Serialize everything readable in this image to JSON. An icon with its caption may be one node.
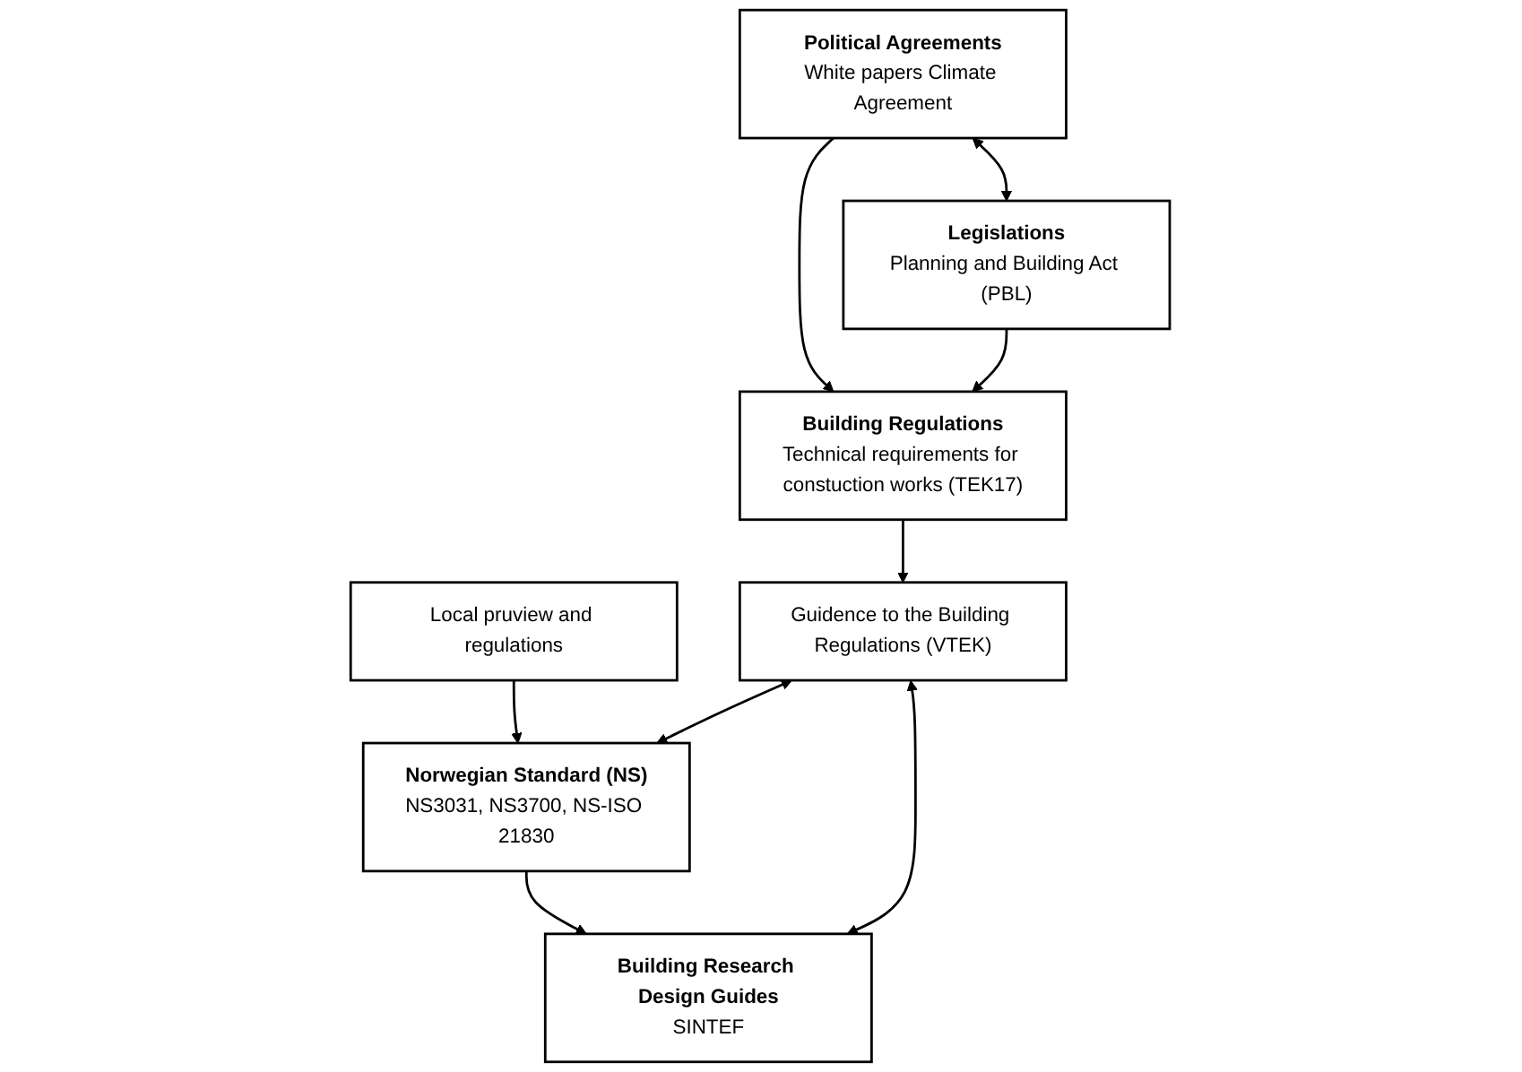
{
  "diagram": {
    "nodes": [
      {
        "text": [
          "Political Agreements",
          "White papers Climate Agreement"
        ]
      },
      {
        "text": [
          "Legislations",
          "Planning and Building Act (PBL)"
        ]
      },
      {
        "text": [
          "Building Regulations",
          "Technical requirements for constuction works (TEK17)"
        ]
      },
      {
        "text": [
          "Local pruview and regulations"
        ]
      },
      {
        "text": [
          "Guidence to the Building Regulations (VTEK)"
        ]
      },
      {
        "text": [
          "Building Research Design Guides",
          "SINTEF"
        ]
      },
      {
        "text": [
          "Norwegian Standard (NS)",
          "NS3031, NS3700, NS-ISO 21830"
        ]
      }
    ],
    "edges": [
      {
        "from": 0,
        "to": 1,
        "arrow": "both"
      },
      {
        "from": 0,
        "to": 2,
        "arrow": "to"
      },
      {
        "from": 1,
        "to": 2,
        "arrow": "to"
      },
      {
        "from": 2,
        "to": 4,
        "arrow": "to"
      },
      {
        "from": 3,
        "to": 6,
        "arrow": "to"
      },
      {
        "from": 4,
        "to": 5,
        "arrow": "both"
      },
      {
        "from": 4,
        "to": 6,
        "arrow": "both"
      },
      {
        "from": 6,
        "to": 5,
        "arrow": "to"
      }
    ]
  }
}
